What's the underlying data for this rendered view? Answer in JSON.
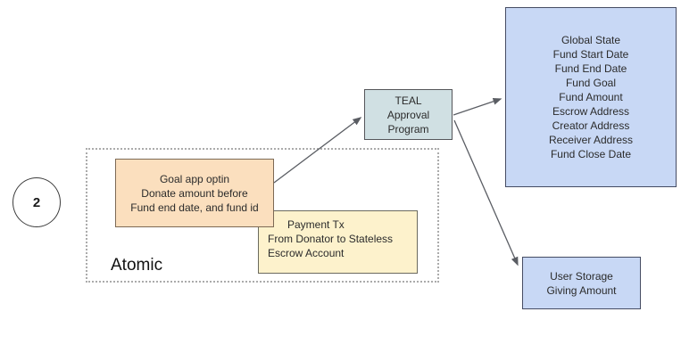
{
  "diagram": {
    "step_badge": "2",
    "atomic_group": {
      "label": "Atomic",
      "goal_optin_box": {
        "lines": [
          "Goal app optin",
          "Donate amount before",
          "Fund end date, and fund id"
        ]
      },
      "payment_tx_box": {
        "lines": [
          "Payment Tx",
          "From Donator to Stateless",
          "Escrow Account"
        ]
      }
    },
    "teal_box": {
      "lines": [
        "TEAL",
        "Approval",
        "Program"
      ]
    },
    "global_state_box": {
      "lines": [
        "Global State",
        "Fund Start Date",
        "Fund End Date",
        "Fund Goal",
        "Fund Amount",
        "Escrow Address",
        "Creator Address",
        "Receiver Address",
        "Fund Close Date"
      ]
    },
    "user_storage_box": {
      "lines": [
        "User Storage",
        "Giving Amount"
      ]
    },
    "colors": {
      "goal_optin_fill": "#fbdfbe",
      "goal_optin_border": "#7d6a55",
      "payment_tx_fill": "#fdf2cc",
      "payment_tx_border": "#6b6a5e",
      "teal_fill": "#d0e0e3",
      "teal_border": "#55565a",
      "state_fill": "#c8d8f5",
      "state_border": "#454c63",
      "arrow": "#5a5d63",
      "group_border": "#ababab"
    }
  }
}
